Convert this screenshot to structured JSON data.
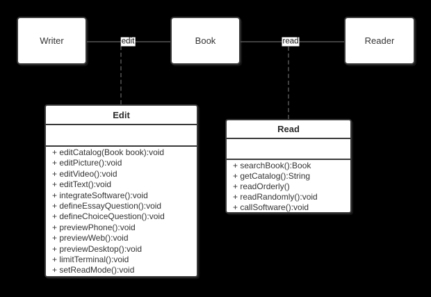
{
  "diagram": {
    "type": "uml-class-diagram",
    "colors": {
      "background": "#000000",
      "node_fill": "#ffffff",
      "node_border": "#383838",
      "edge_line": "#404040",
      "text": "#333333",
      "label_bg": "#ffffff"
    },
    "entities": [
      {
        "id": "writer",
        "label": "Writer"
      },
      {
        "id": "book",
        "label": "Book"
      },
      {
        "id": "reader",
        "label": "Reader"
      }
    ],
    "associations": [
      {
        "id": "edit",
        "label": "edit",
        "from": "Writer",
        "to": "Book"
      },
      {
        "id": "read",
        "label": "read",
        "from": "Book",
        "to": "Reader"
      }
    ],
    "classes": [
      {
        "name": "Edit",
        "attributes": [],
        "methods": [
          "+ editCatalog(Book book):void",
          "+ editPicture():void",
          "+ editVideo():void",
          "+ editText():void",
          "+ integrateSoftware():void",
          "+ defineEssayQuestion():void",
          "+ defineChoiceQuestion():void",
          "+ previewPhone():void",
          "+ previewWeb():void",
          "+ previewDesktop():void",
          "+ limitTerminal():void",
          "+ setReadMode():void"
        ]
      },
      {
        "name": "Read",
        "attributes": [],
        "methods": [
          "+ searchBook():Book",
          "+ getCatalog():String",
          "+ readOrderly()",
          "+ readRandomly():void",
          "+ callSoftware():void"
        ]
      }
    ]
  }
}
